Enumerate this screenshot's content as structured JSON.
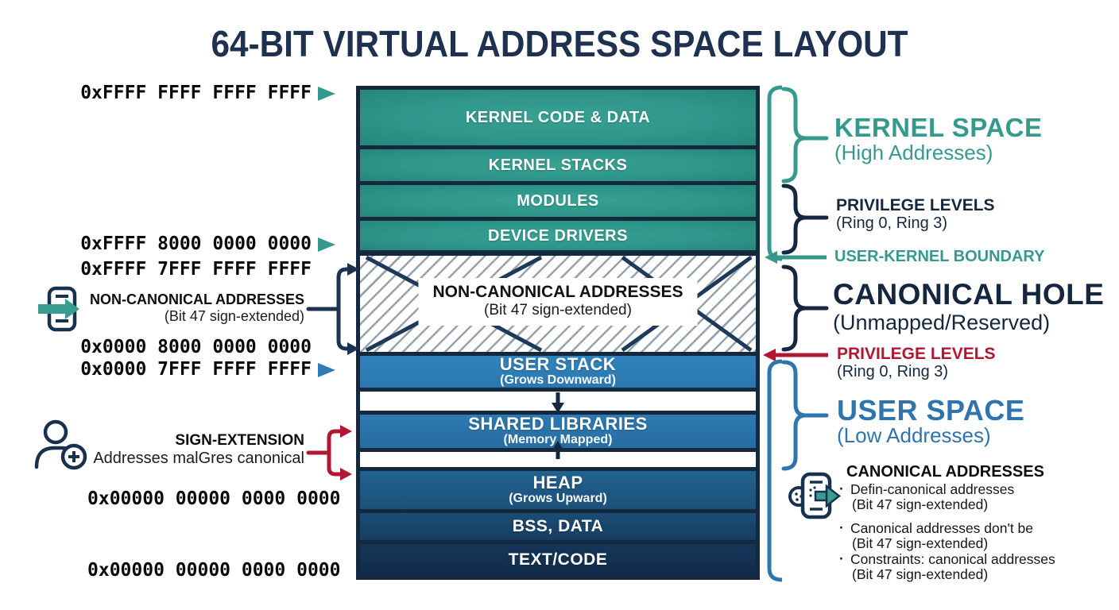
{
  "title": "64-BIT VIRTUAL ADDRESS SPACE LAYOUT",
  "addresses": {
    "a1": "0xFFFF FFFF FFFF FFFF",
    "a2": "0xFFFF 8000 0000 0000",
    "a3": "0xFFFF 7FFF FFFF FFFF",
    "a4": "0x0000 8000 0000 0000",
    "a5": "0x0000 7FFF FFFF FFFF",
    "a6": "0x00000 00000 0000 0000",
    "a7": "0x00000 00000 0000 0000"
  },
  "stack": {
    "kernel": [
      {
        "label": "KERNEL CODE & DATA"
      },
      {
        "label": "KERNEL STACKS"
      },
      {
        "label": "MODULES"
      },
      {
        "label": "DEVICE DRIVERS"
      }
    ],
    "hole": {
      "label": "NON-CANONICAL ADDRESSES",
      "sub": "(Bit 47 sign-extended)"
    },
    "user": [
      {
        "label": "USER STACK",
        "sub": "(Grows Downward)"
      },
      {
        "label": "SHARED LIBRARIES",
        "sub": "(Memory Mapped)"
      },
      {
        "label": "HEAP",
        "sub": "(Grows Upward)"
      },
      {
        "label": "BSS, DATA",
        "sub": ""
      },
      {
        "label": "TEXT/CODE",
        "sub": ""
      }
    ]
  },
  "left": {
    "non_canonical": {
      "title": "NON-CANONICAL ADDRESSES",
      "sub": "(Bit 47 sign-extended)"
    },
    "sign_extension": {
      "title": "SIGN-EXTENSION",
      "sub": "Addresses malGres canonical"
    }
  },
  "right": {
    "kernel_space": {
      "title": "KERNEL SPACE",
      "sub": "(High Addresses)"
    },
    "privilege_top": {
      "title": "PRIVILEGE LEVELS",
      "sub": "(Ring 0, Ring 3)"
    },
    "boundary": "USER-KERNEL BOUNDARY",
    "canonical_hole": {
      "title": "CANONICAL HOLE",
      "sub": "(Unmapped/Reserved)"
    },
    "privilege_mid": {
      "title": "PRIVILEGE LEVELS",
      "sub": "(Ring 0, Ring 3)"
    },
    "user_space": {
      "title": "USER SPACE",
      "sub": "(Low Addresses)"
    },
    "canonical_addresses": {
      "title": "CANONICAL ADDRESSES",
      "bullets": [
        {
          "line1": "Defin-canonical addresses",
          "line2": "(Bit 47 sign-extended)"
        },
        {
          "line1": "Canonical addresses don't be",
          "line2": "(Bit 47 sign-extended)"
        },
        {
          "line1": "Constraints: canonical addresses",
          "line2": "(Bit 47 sign-extended)"
        }
      ]
    }
  },
  "colors": {
    "teal": "#359a8d",
    "navy": "#15273e",
    "blue": "#2e74ad",
    "red": "#b01730"
  }
}
